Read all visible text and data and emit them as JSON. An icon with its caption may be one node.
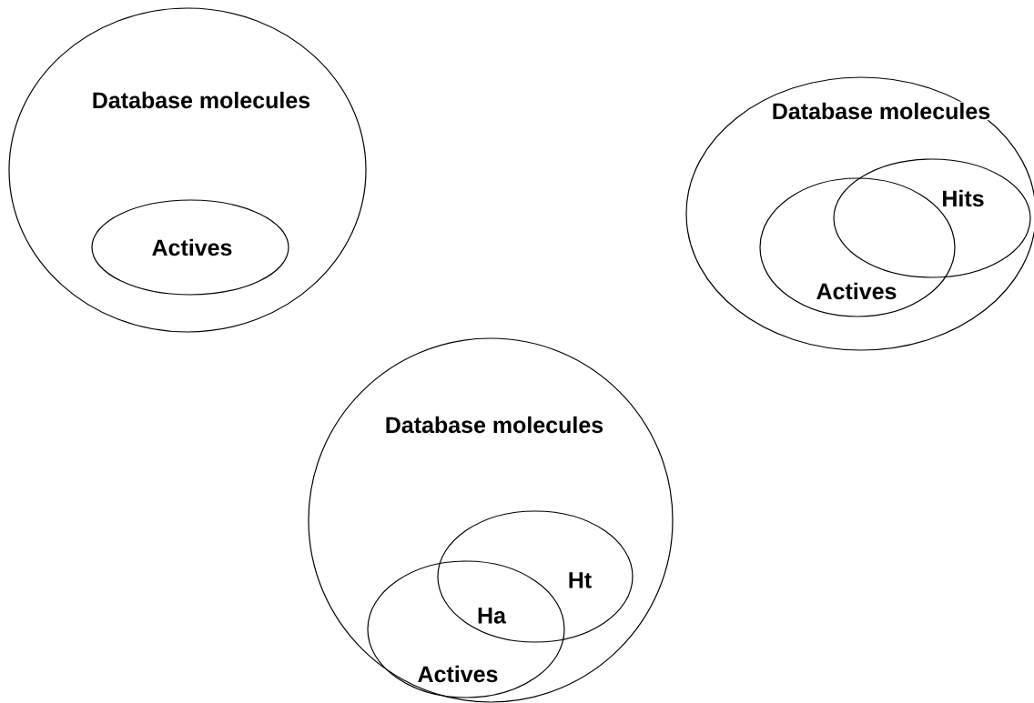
{
  "diagram": {
    "nodes": [
      {
        "text": [
          "Database molecules"
        ]
      },
      {
        "text": [
          "Actives"
        ],
        "in": 0
      },
      {
        "text": [
          "Database molecules"
        ]
      },
      {
        "text": [
          "Hits"
        ],
        "in": 2
      },
      {
        "text": [
          "Actives"
        ],
        "in": 2
      },
      {
        "text": [
          "Database molecules"
        ]
      },
      {
        "text": [
          "Ht"
        ],
        "in": 5
      },
      {
        "text": [
          "Actives"
        ],
        "in": 5
      }
    ],
    "labels": [
      "Ha"
    ]
  }
}
